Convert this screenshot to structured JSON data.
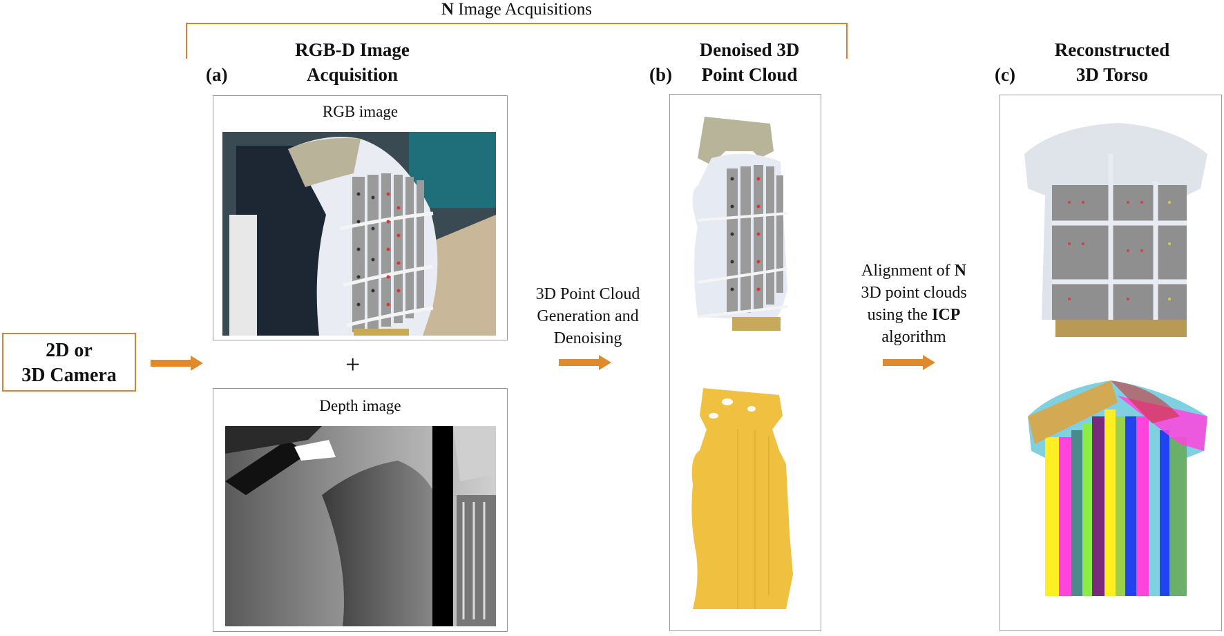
{
  "figure": {
    "bracket": {
      "title_bold": "N",
      "title_rest": " Image Acquisitions",
      "color": "#D9822B"
    },
    "camera_box": {
      "line1": "2D or",
      "line2": "3D Camera",
      "border_color": "#D9822B"
    },
    "panels": [
      {
        "id": "a",
        "label": "(a)",
        "title_line1": "RGB-D Image",
        "title_line2": "Acquisition",
        "sub_panels": [
          {
            "caption": "RGB image",
            "content": "photo of mannequin torso wearing sensor vest"
          },
          {
            "caption": "Depth image",
            "content": "grayscale depth map"
          }
        ],
        "combiner": "+"
      },
      {
        "id": "b",
        "label": "(b)",
        "title_line1": "Denoised 3D",
        "title_line2": "Point Cloud",
        "content": [
          "textured point cloud of torso",
          "yellow point cloud of torso"
        ],
        "cloud_color": "#F0C040"
      },
      {
        "id": "c",
        "label": "(c)",
        "title_line1": "Reconstructed",
        "title_line2": "3D Torso",
        "content": [
          "textured reconstructed torso",
          "multi-colored aligned point clouds"
        ]
      }
    ],
    "steps": [
      {
        "lines": [
          "3D Point Cloud",
          "Generation and",
          "Denoising"
        ]
      },
      {
        "line1_pre": "Alignment of ",
        "line1_bold": "N",
        "line2": "3D point clouds",
        "line3_pre": "using the ",
        "line3_bold": "ICP",
        "line4": "algorithm"
      }
    ],
    "arrow_color": "#E08A2E"
  }
}
